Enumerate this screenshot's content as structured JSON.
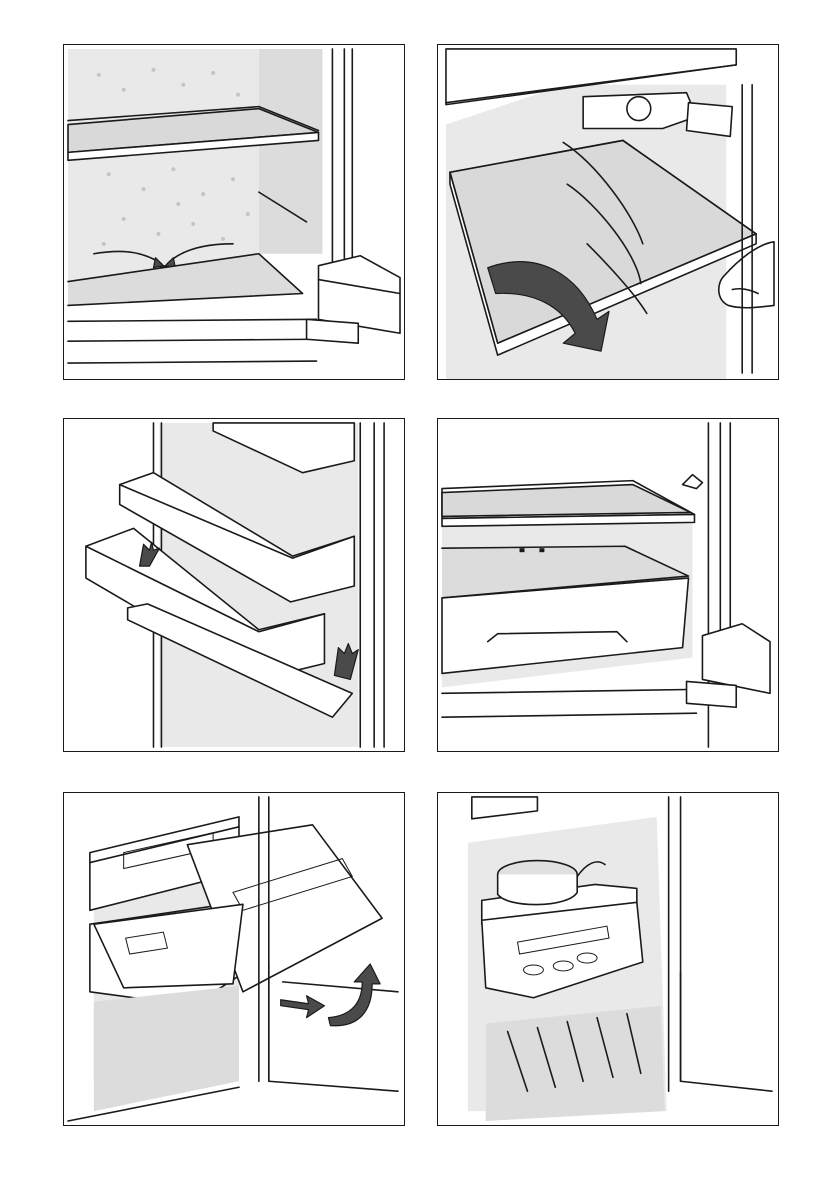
{
  "page": {
    "panels": [
      {
        "id": "p1",
        "icon": "defrost-drain-illustration"
      },
      {
        "id": "p2",
        "icon": "remove-glass-shelf-illustration"
      },
      {
        "id": "p3",
        "icon": "remove-door-shelf-illustration"
      },
      {
        "id": "p4",
        "icon": "crisper-drawer-shelf-illustration"
      },
      {
        "id": "p5",
        "icon": "remove-freezer-drawer-illustration"
      },
      {
        "id": "p6",
        "icon": "freezer-tray-illustration"
      }
    ]
  }
}
